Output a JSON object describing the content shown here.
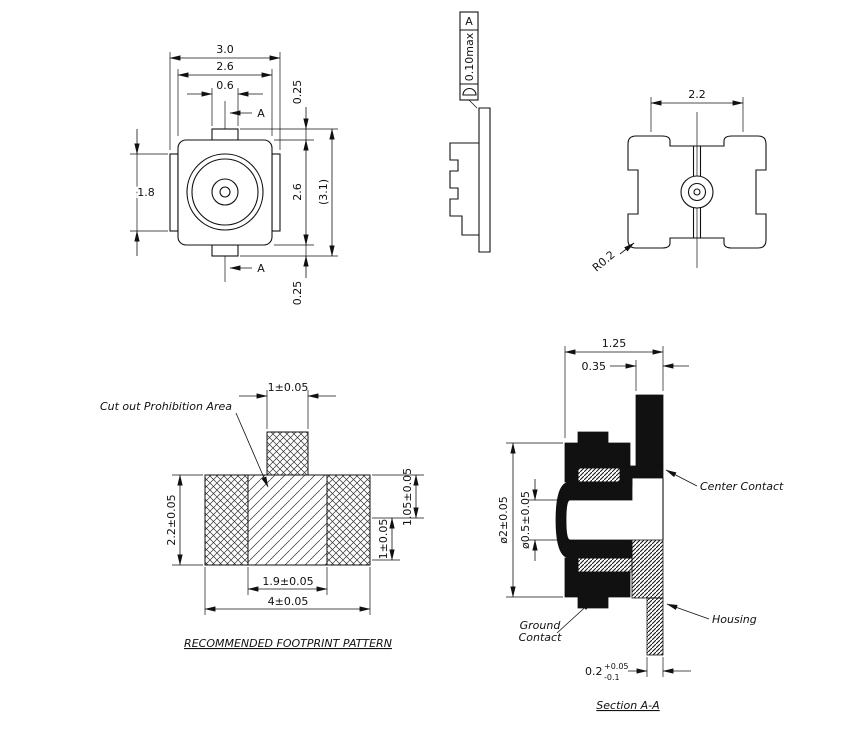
{
  "front_view": {
    "dim_width_outer": "3.0",
    "dim_width_body": "2.6",
    "dim_width_tab": "0.6",
    "dim_top_offset": "0.25",
    "dim_side_height": "1.8",
    "dim_body_height": "2.6",
    "dim_total_height": "(3.1)",
    "dim_bottom_offset": "0.25",
    "section_arrow_top": "A",
    "section_arrow_bottom": "A"
  },
  "side_view": {
    "flatness_tolerance": "0.10max",
    "datum": "A"
  },
  "back_view": {
    "dim_width": "2.2",
    "corner_radius": "R0.2"
  },
  "footprint_view": {
    "callout": "Cut out Prohibition Area",
    "dim_signal_pad_width": "1±0.05",
    "dim_pad_height": "2.2±0.05",
    "dim_right_outer": "1.05±0.05",
    "dim_right_inner": "1±0.05",
    "dim_gap": "1.9±0.05",
    "dim_total_width": "4±0.05",
    "caption": "RECOMMENDED FOOTPRINT PATTERN"
  },
  "section_view": {
    "dim_depth": "1.25",
    "dim_lead": "0.35",
    "dim_shell_dia": "ø2±0.05",
    "dim_pin_dia": "ø0.5±0.05",
    "dim_standoff": "0.2",
    "dim_standoff_tol_plus": "+0.05",
    "dim_standoff_tol_minus": "-0.1",
    "label_center_contact": "Center Contact",
    "label_housing": "Housing",
    "label_ground_line1": "Ground",
    "label_ground_line2": "Contact",
    "caption": "Section A-A"
  }
}
